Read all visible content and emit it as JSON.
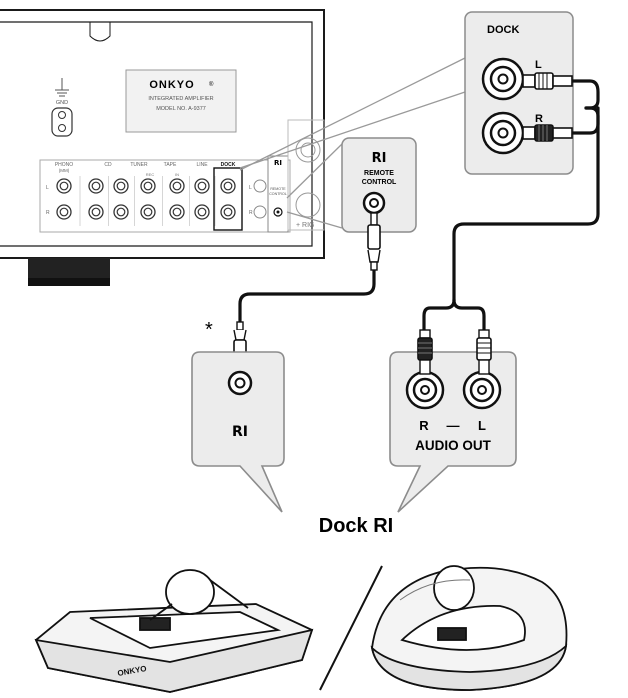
{
  "amplifier": {
    "brand": "ONKYO",
    "registered_mark": "®",
    "model_line1": "INTEGRATED AMPLIFIER",
    "model_line2": "MODEL NO. A-9377",
    "gnd_label": "GND",
    "section_labels": [
      "PHONO",
      "CD",
      "TUNER",
      "TAPE",
      "LINE",
      "DOCK"
    ],
    "phono_sub": "(MM)",
    "tape_sub_left": "REC",
    "tape_sub_right": "IN",
    "channel_left": "L",
    "channel_right": "R",
    "ri_label": "RI",
    "remote_control_small_1": "REMOTE",
    "remote_control_small_2": "CONTROL",
    "speaker_label": "+ RIG"
  },
  "callouts": {
    "dock_box": {
      "title": "DOCK",
      "left": "L",
      "right": "R"
    },
    "ri_box": {
      "title": "RI",
      "line1": "REMOTE",
      "line2": "CONTROL"
    },
    "dock_ri_box": {
      "label": "RI"
    },
    "audio_out_box": {
      "r": "R",
      "dash": "—",
      "l": "L",
      "label": "AUDIO OUT"
    }
  },
  "asterisk": "*",
  "device_label": "Dock RI",
  "dock_brand": "ONKYO",
  "colors": {
    "outline": "#1a1a1a",
    "callout_fill": "#ececec",
    "callout_stroke": "#8c8c8c",
    "device_fill": "#f4f4f4",
    "cable": "#111111"
  }
}
